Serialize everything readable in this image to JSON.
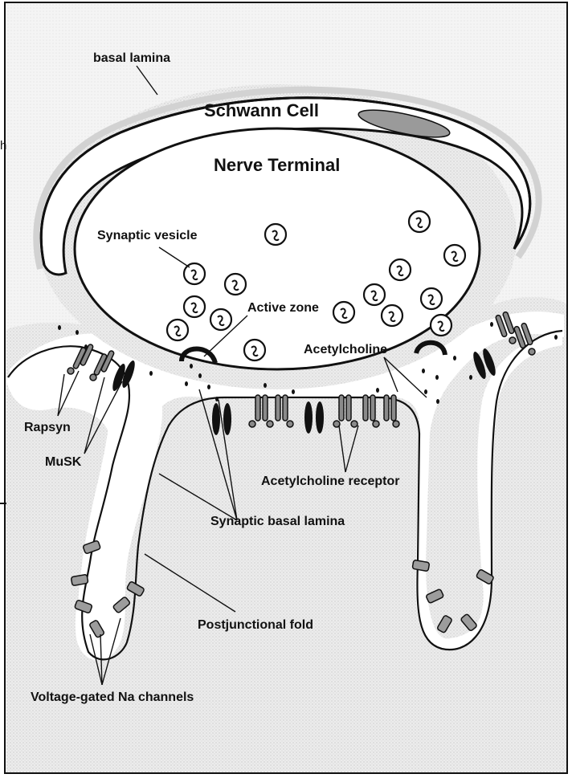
{
  "colors": {
    "background": "#ffffff",
    "muscle_fill": "#e9e9e9",
    "basal_lamina": "#d6d6d6",
    "outline": "#111111",
    "nucleus": "#9a9a9a",
    "receptor": "#8a8a8a",
    "channel": "#9c9c9c",
    "vesicle_fill": "#ffffff"
  },
  "edge_fragments": {
    "letter": "h"
  },
  "labels": {
    "basal_lamina": "basal lamina",
    "schwann_cell": "Schwann Cell",
    "nerve_terminal": "Nerve Terminal",
    "synaptic_vesicle": "Synaptic vesicle",
    "active_zone": "Active zone",
    "acetylcholine": "Acetylcholine",
    "rapsyn": "Rapsyn",
    "musk": "MuSK",
    "acetylcholine_receptor": "Acetylcholine receptor",
    "synaptic_basal_lamina": "Synaptic basal lamina",
    "postjunctional_fold": "Postjunctional fold",
    "voltage_gated_na_channels": "Voltage-gated Na channels"
  }
}
